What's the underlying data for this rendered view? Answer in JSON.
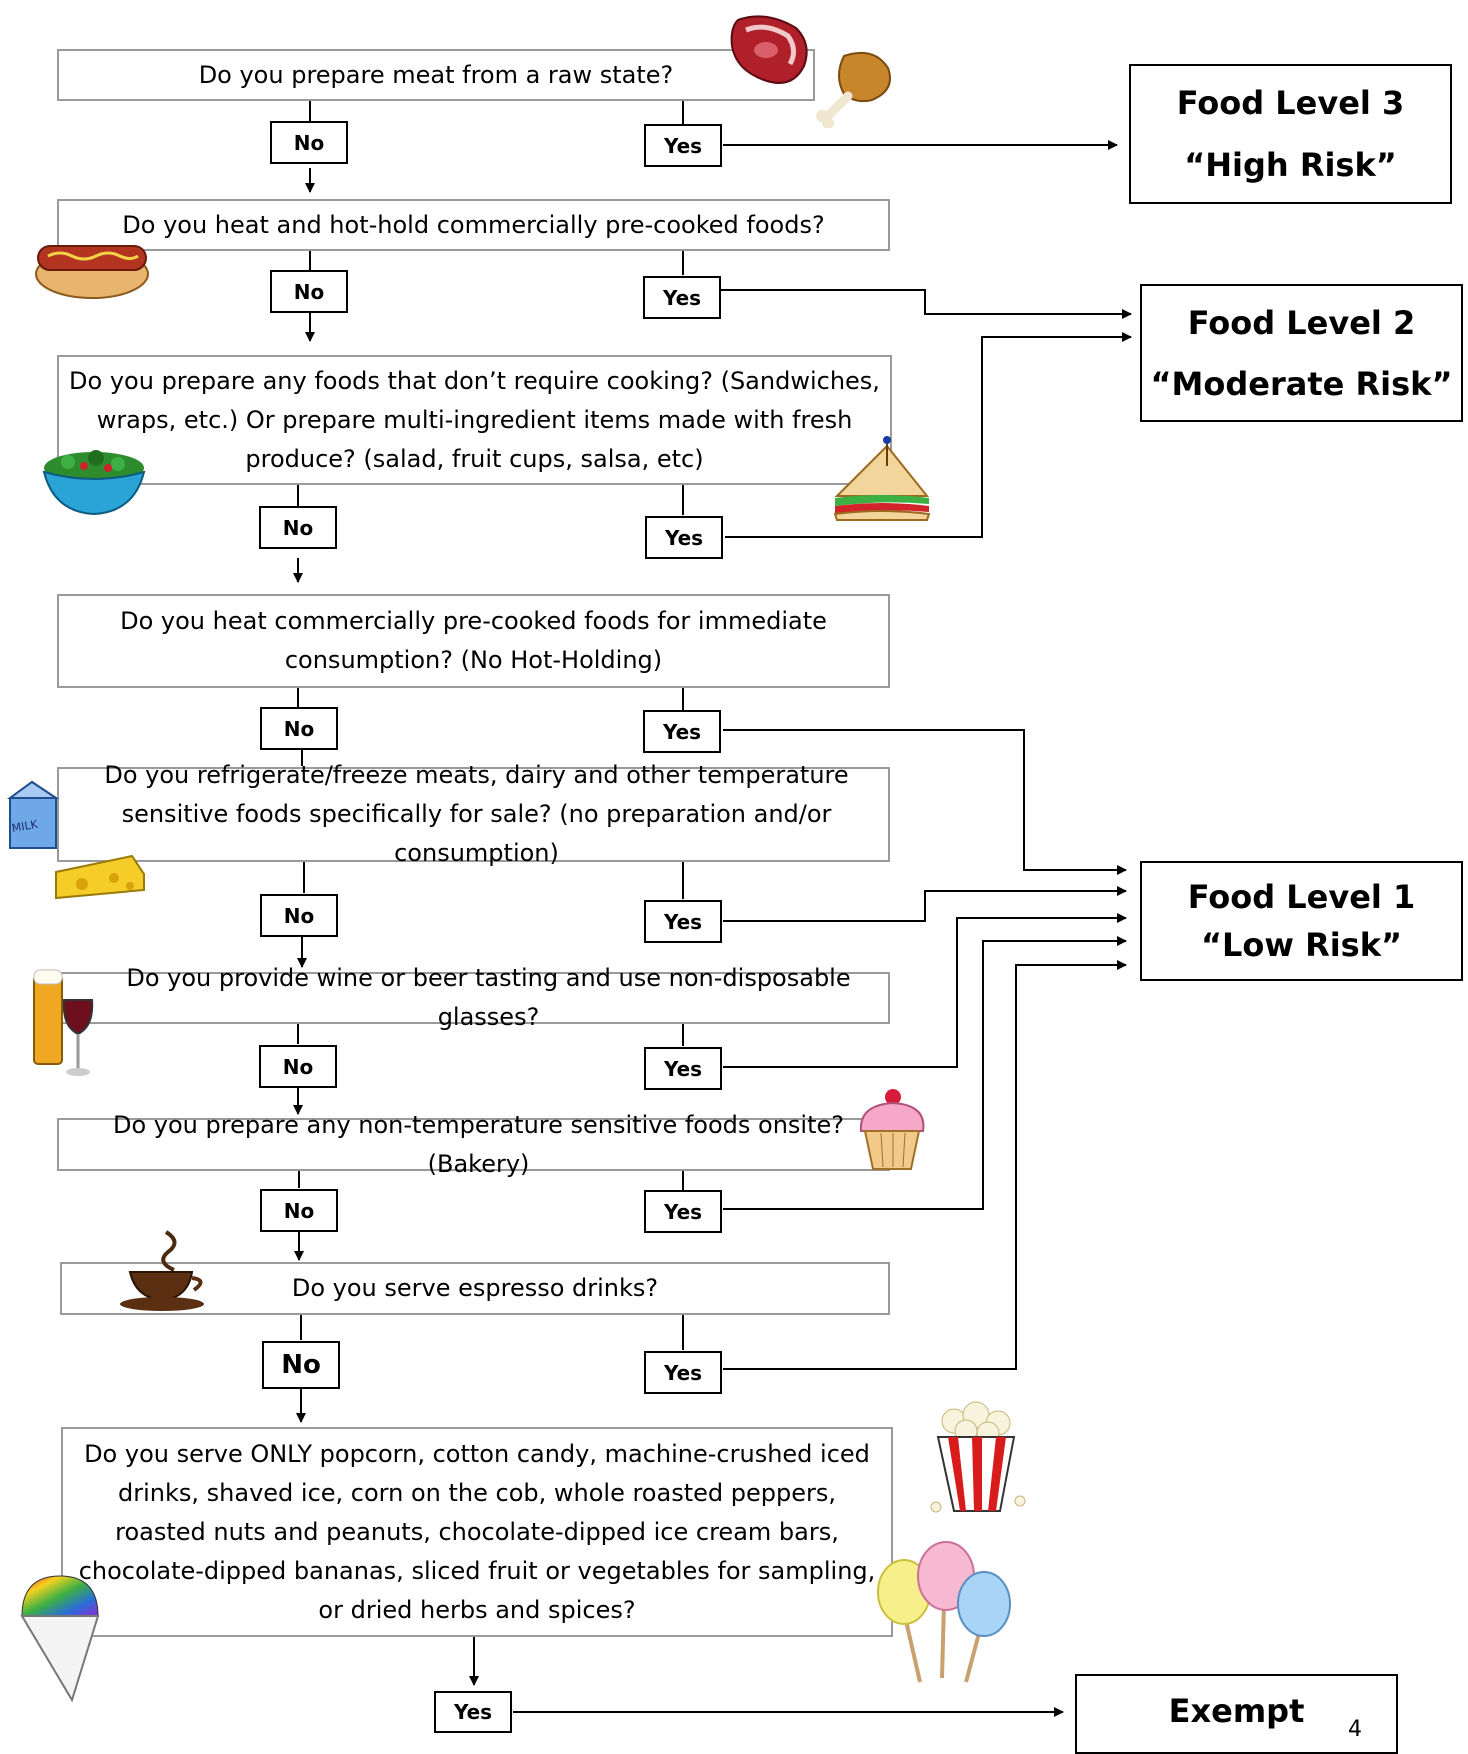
{
  "questions": {
    "q1": "Do you prepare meat from a raw state?",
    "q2": "Do you heat and hot-hold commercially pre-cooked foods?",
    "q3": "Do you prepare any foods that don’t require cooking? (Sandwiches, wraps, etc.) Or prepare multi-ingredient items made with fresh produce? (salad, fruit cups, salsa, etc)",
    "q4": "Do you heat commercially pre-cooked foods for immediate consumption? (No Hot-Holding)",
    "q5": "Do you refrigerate/freeze meats, dairy and other temperature sensitive foods specifically for sale? (no preparation and/or consumption)",
    "q6": "Do you provide wine or beer tasting and use non-disposable glasses?",
    "q7": "Do you prepare any non-temperature sensitive foods onsite? (Bakery)",
    "q8": "Do you serve espresso drinks?",
    "q9": "Do you serve ONLY popcorn, cotton candy, machine-crushed iced drinks, shaved ice, corn on the cob, whole roasted peppers, roasted nuts and peanuts, chocolate-dipped ice cream bars, chocolate-dipped bananas, sliced fruit or vegetables for sampling, or dried herbs and spices?"
  },
  "answers": {
    "no": "No",
    "yes": "Yes"
  },
  "levels": {
    "level3": {
      "title": "Food Level 3",
      "risk": "“High Risk”"
    },
    "level2": {
      "title": "Food Level 2",
      "risk": "“Moderate Risk”"
    },
    "level1": {
      "title": "Food Level 1",
      "risk": "“Low Risk”"
    },
    "exempt": {
      "title": "Exempt"
    }
  },
  "icons": [
    "raw-meat-icon",
    "chicken-leg-icon",
    "hot-dog-icon",
    "salad-bowl-icon",
    "sandwich-icon",
    "milk-carton-icon",
    "cheese-icon",
    "beer-wine-icon",
    "cupcake-icon",
    "coffee-cup-icon",
    "popcorn-icon",
    "cotton-candy-icon",
    "shaved-ice-icon"
  ],
  "page_number": "4"
}
